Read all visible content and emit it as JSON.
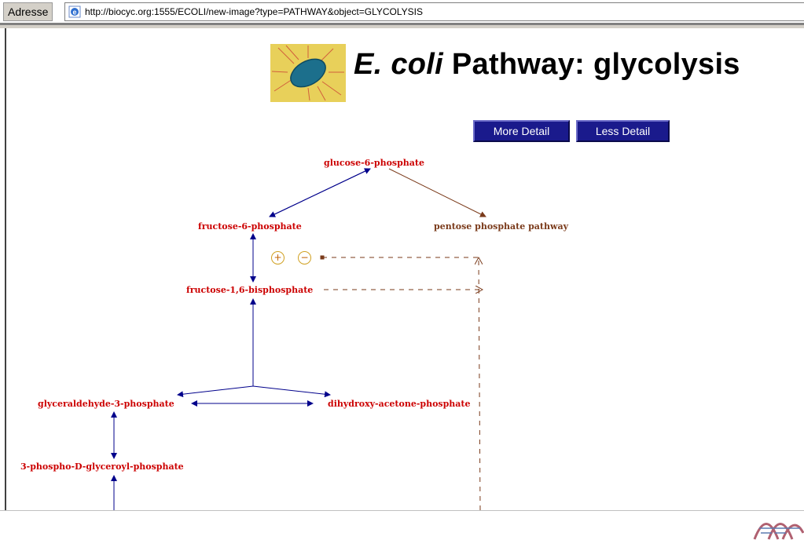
{
  "browser": {
    "address_label": "Adresse",
    "url": "http://biocyc.org:1555/ECOLI/new-image?type=PATHWAY&object=GLYCOLYSIS",
    "icon": "ie-page-icon"
  },
  "page": {
    "title_italic": "E. coli",
    "title_rest": " Pathway: glycolysis",
    "buttons": {
      "more": "More Detail",
      "less": "Less Detail"
    },
    "zoom": {
      "plus": "+",
      "minus": "−"
    }
  },
  "pathway": {
    "metabolites": {
      "g6p": "glucose-6-phosphate",
      "f6p": "fructose-6-phosphate",
      "fbp": "fructose-1,6-bisphosphate",
      "gap": "glyceraldehyde-3-phosphate",
      "dhap": "dihydroxy-acetone-phosphate",
      "bpg": "3-phospho-D-glyceroyl-phosphate"
    },
    "linked_pathway": "pentose phosphate pathway"
  },
  "colors": {
    "metabolite": "#cc0000",
    "reaction_arrow": "#00008b",
    "link_arrow": "#7a3a1a",
    "button_bg": "#1a1a8c"
  }
}
